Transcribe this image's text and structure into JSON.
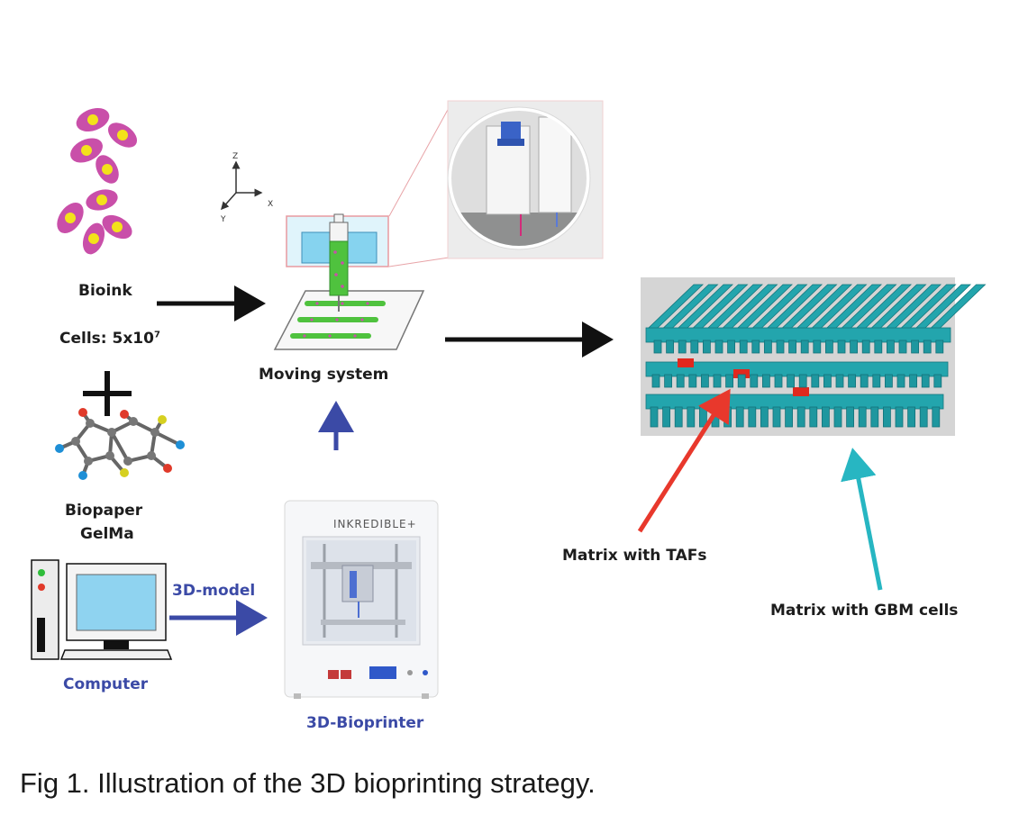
{
  "labels": {
    "bioink": "Bioink",
    "cells_prefix": "Cells: 5x10",
    "cells_exp": "7",
    "biopaper": "Biopaper",
    "gelma": "GelMa",
    "moving_system": "Moving system",
    "three_d_model": "3D-model",
    "computer": "Computer",
    "bioprinter": "3D-Bioprinter",
    "printer_brand": "INKREDIBLE+",
    "matrix_tafs": "Matrix with TAFs",
    "matrix_gbm": "Matrix with GBM cells",
    "axis_x": "X",
    "axis_y": "Y",
    "axis_z": "Z"
  },
  "caption": "Fig 1. Illustration of the 3D bioprinting strategy.",
  "colors": {
    "cell_body": "#c94fa9",
    "cell_nucleus": "#f3e21b",
    "flow_arrow": "#111111",
    "model_arrow": "#3b4aa6",
    "taf_arrow": "#e8382c",
    "gbm_arrow": "#27b6c2",
    "scaffold": "#23a5ad",
    "taf_cells": "#e0281e",
    "reservoir": "#86d3ef",
    "ink_green": "#4fc23e"
  }
}
